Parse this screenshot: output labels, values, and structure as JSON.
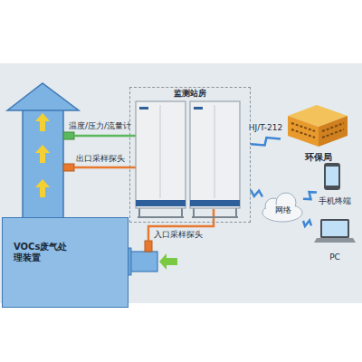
{
  "diagram": {
    "nodes": [
      {
        "text": [
          "VOCs废气处理装置"
        ]
      },
      {
        "text": [
          "监测站房"
        ]
      },
      {
        "text": [
          "环保局"
        ]
      },
      {
        "text": [
          "网络"
        ]
      },
      {
        "text": [
          "手机终端"
        ]
      },
      {
        "text": [
          "PC"
        ]
      }
    ],
    "edges": [
      {
        "from": 1,
        "to": 2,
        "arrow": "none",
        "label": "HJ/T-212"
      },
      {
        "from": 1,
        "to": 3,
        "arrow": "none"
      },
      {
        "from": 3,
        "to": 4,
        "arrow": "none"
      },
      {
        "from": 3,
        "to": 5,
        "arrow": "none"
      }
    ],
    "labels": [
      "温度/压力/流量计",
      "出口采样探头",
      "入口采样探头"
    ]
  }
}
